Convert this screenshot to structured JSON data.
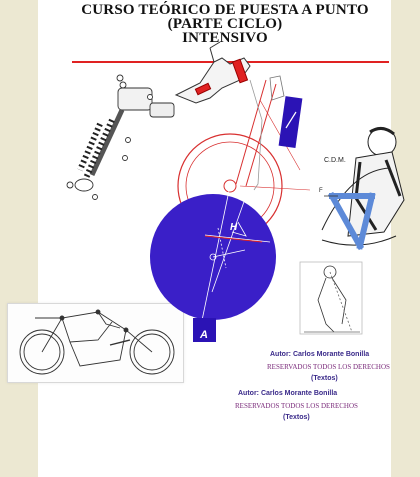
{
  "title": {
    "line1": "CURSO TEÓRICO DE PUESTA A PUNTO",
    "line2": "(PARTE CICLO)",
    "line3": "INTENSIVO"
  },
  "credits": [
    {
      "author": "Autor: Carlos Morante Bonilla",
      "rights": "RESERVADOS TODOS LOS DERECHOS",
      "note": "(Textos)"
    },
    {
      "author": "Autor: Carlos Morante Bonilla",
      "rights": "RESERVADOS TODOS LOS DERECHOS",
      "note": "(Textos)"
    }
  ],
  "diagram_labels": {
    "cdm": "C.D.M.",
    "f": "F",
    "h": "H",
    "a": "A"
  },
  "colors": {
    "title": "#111111",
    "accent_red": "#e02222",
    "circle_blue": "#3a1fc8",
    "author_text": "#3a2a8a",
    "rights_text": "#7a2a7a",
    "background": "#efecd9"
  }
}
